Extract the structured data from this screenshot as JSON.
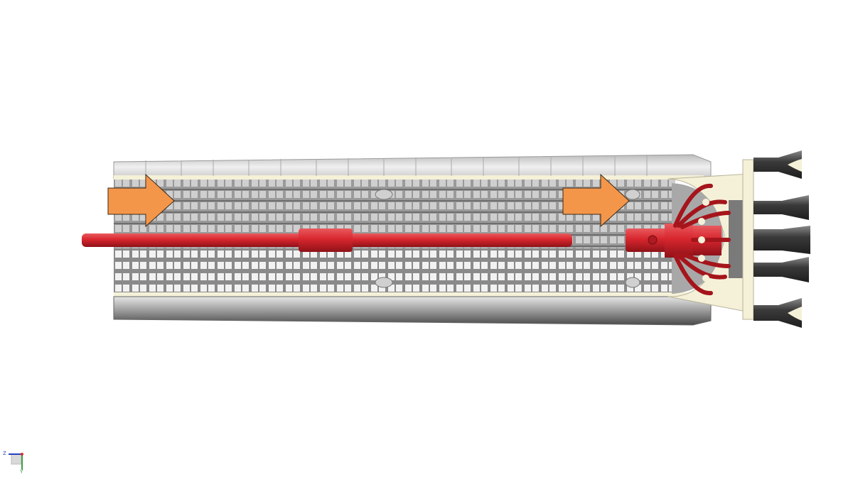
{
  "colors": {
    "background": "#ffffff",
    "shell": "#d9d9d9",
    "grid": "#8a8a8a",
    "cut_face": "#f5f1d8",
    "pipe": "#d8262e",
    "arrow": "#f4964a",
    "engine": "#3c3c3c"
  },
  "axis_triad": {
    "horizontal_label": "Z",
    "vertical_label": "Y"
  },
  "arrows": [
    {
      "direction": "right"
    },
    {
      "direction": "right"
    }
  ]
}
